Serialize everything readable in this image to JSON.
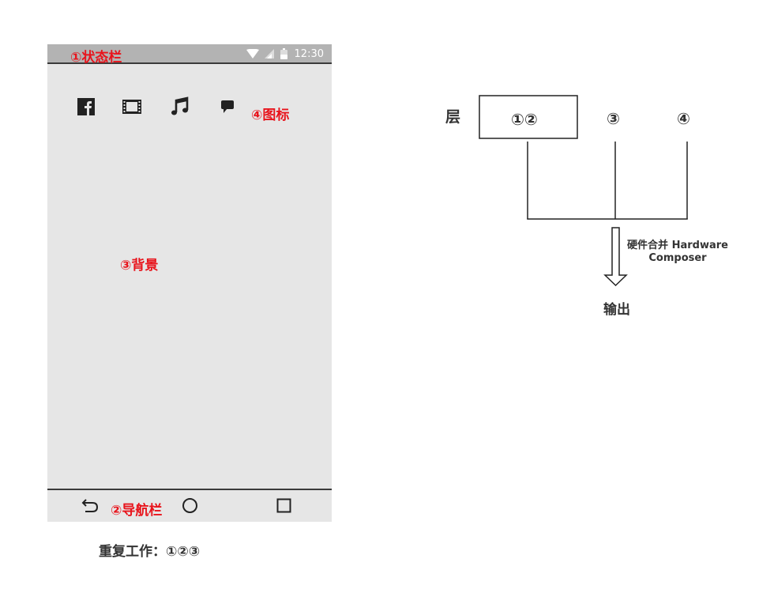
{
  "phone": {
    "status_bar": {
      "label": "①状态栏",
      "time": "12:30",
      "icons": [
        "wifi-icon",
        "signal-icon",
        "battery-icon"
      ]
    },
    "icons_row": {
      "icons": [
        "facebook-icon",
        "film-icon",
        "music-icon",
        "chat-icon"
      ],
      "label": "④图标"
    },
    "background_label": "③背景",
    "nav_bar": {
      "label": "②导航栏",
      "icons": [
        "back-icon",
        "home-icon",
        "recent-apps-icon"
      ]
    }
  },
  "repeat_work": "重复工作：①②③",
  "diagram": {
    "layer_label": "层",
    "box_label": "①②",
    "layer3": "③",
    "layer4": "④",
    "hwc_label_line1": "硬件合并 Hardware",
    "hwc_label_line2": "Composer",
    "output_label": "输出"
  },
  "colors": {
    "accent_red": "#e8141c",
    "phone_bg": "#e6e6e6",
    "status_bar_bg": "#b3b3b3"
  }
}
